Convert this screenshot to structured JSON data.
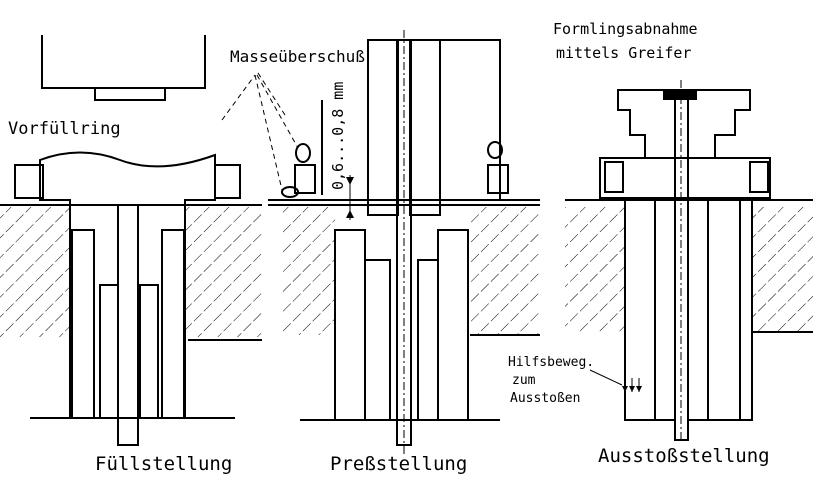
{
  "stages": [
    {
      "title": "Füllstellung",
      "labels": {
        "ring": "Vorfüllring"
      }
    },
    {
      "title": "Preßstellung",
      "labels": {
        "excess": "Masseüberschuß",
        "dimension": "0,6...0,8 mm"
      }
    },
    {
      "title": "Ausstoßstellung",
      "labels": {
        "removal_line1": "Formlingsabnahme",
        "removal_line2": "mittels Greifer",
        "aux_line1": "Hilfsbeweg.",
        "aux_line2": "zum",
        "aux_line3": "Ausstoßen"
      }
    }
  ]
}
